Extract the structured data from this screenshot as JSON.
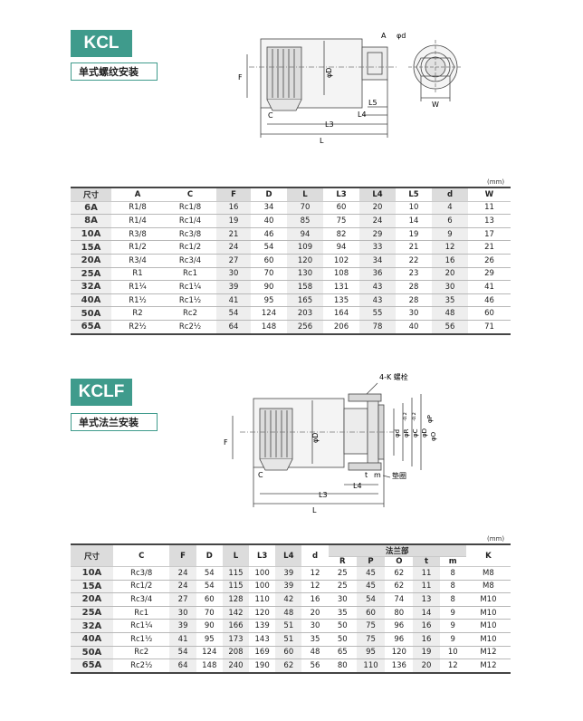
{
  "kcl": {
    "badge": "KCL",
    "subtitle": "单式螺纹安装",
    "unit": "(mm)",
    "diagram_labels": {
      "A": "A",
      "phid": "φd",
      "phiD": "φD",
      "F": "F",
      "C": "C",
      "L": "L",
      "L3": "L3",
      "L4": "L4",
      "L5": "L5",
      "W": "W"
    },
    "columns": [
      "尺寸",
      "A",
      "C",
      "F",
      "D",
      "L",
      "L3",
      "L4",
      "L5",
      "d",
      "W"
    ],
    "rows": [
      [
        "6A",
        "R1/8",
        "Rc1/8",
        "16",
        "34",
        "70",
        "60",
        "20",
        "10",
        "4",
        "11"
      ],
      [
        "8A",
        "R1/4",
        "Rc1/4",
        "19",
        "40",
        "85",
        "75",
        "24",
        "14",
        "6",
        "13"
      ],
      [
        "10A",
        "R3/8",
        "Rc3/8",
        "21",
        "46",
        "94",
        "82",
        "29",
        "19",
        "9",
        "17"
      ],
      [
        "15A",
        "R1/2",
        "Rc1/2",
        "24",
        "54",
        "109",
        "94",
        "33",
        "21",
        "12",
        "21"
      ],
      [
        "20A",
        "R3/4",
        "Rc3/4",
        "27",
        "60",
        "120",
        "102",
        "34",
        "22",
        "16",
        "26"
      ],
      [
        "25A",
        "R1",
        "Rc1",
        "30",
        "70",
        "130",
        "108",
        "36",
        "23",
        "20",
        "29"
      ],
      [
        "32A",
        "R1¼",
        "Rc1¼",
        "39",
        "90",
        "158",
        "131",
        "43",
        "28",
        "30",
        "41"
      ],
      [
        "40A",
        "R1½",
        "Rc1½",
        "41",
        "95",
        "165",
        "135",
        "43",
        "28",
        "35",
        "46"
      ],
      [
        "50A",
        "R2",
        "Rc2",
        "54",
        "124",
        "203",
        "164",
        "55",
        "30",
        "48",
        "60"
      ],
      [
        "65A",
        "R2½",
        "Rc2½",
        "64",
        "148",
        "256",
        "206",
        "78",
        "40",
        "56",
        "71"
      ]
    ]
  },
  "kclf": {
    "badge": "KCLF",
    "subtitle": "单式法兰安装",
    "unit": "(mm)",
    "diagram_labels": {
      "bolt": "4-K 螺栓",
      "phid": "φd",
      "phiD": "φD",
      "phiR": "φR",
      "phiC": "φC",
      "phiD2": "φD",
      "phiP": "φP",
      "phiO": "φO",
      "F": "F",
      "C": "C",
      "L": "L",
      "L3": "L3",
      "L4": "L4",
      "t": "t",
      "m": "m",
      "gasket": "垫圈",
      "tol_1": "-0.2",
      "tol_2": "-0.2"
    },
    "group_label": "法兰部",
    "columns": [
      "尺寸",
      "C",
      "F",
      "D",
      "L",
      "L3",
      "L4",
      "d",
      "R",
      "P",
      "O",
      "t",
      "m",
      "K"
    ],
    "rows": [
      [
        "10A",
        "Rc3/8",
        "24",
        "54",
        "115",
        "100",
        "39",
        "12",
        "25",
        "45",
        "62",
        "11",
        "8",
        "M8"
      ],
      [
        "15A",
        "Rc1/2",
        "24",
        "54",
        "115",
        "100",
        "39",
        "12",
        "25",
        "45",
        "62",
        "11",
        "8",
        "M8"
      ],
      [
        "20A",
        "Rc3/4",
        "27",
        "60",
        "128",
        "110",
        "42",
        "16",
        "30",
        "54",
        "74",
        "13",
        "8",
        "M10"
      ],
      [
        "25A",
        "Rc1",
        "30",
        "70",
        "142",
        "120",
        "48",
        "20",
        "35",
        "60",
        "80",
        "14",
        "9",
        "M10"
      ],
      [
        "32A",
        "Rc1¼",
        "39",
        "90",
        "166",
        "139",
        "51",
        "30",
        "50",
        "75",
        "96",
        "16",
        "9",
        "M10"
      ],
      [
        "40A",
        "Rc1½",
        "41",
        "95",
        "173",
        "143",
        "51",
        "35",
        "50",
        "75",
        "96",
        "16",
        "9",
        "M10"
      ],
      [
        "50A",
        "Rc2",
        "54",
        "124",
        "208",
        "169",
        "60",
        "48",
        "65",
        "95",
        "120",
        "19",
        "10",
        "M12"
      ],
      [
        "65A",
        "Rc2½",
        "64",
        "148",
        "240",
        "190",
        "62",
        "56",
        "80",
        "110",
        "136",
        "20",
        "12",
        "M12"
      ]
    ]
  }
}
